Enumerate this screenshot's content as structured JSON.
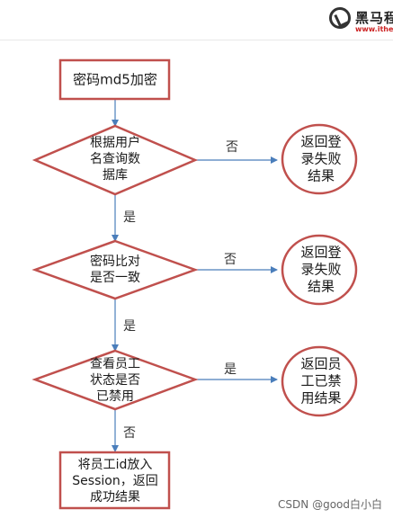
{
  "header": {
    "logo_name": "黑马程",
    "logo_url": "www.ithei"
  },
  "colors": {
    "shape_stroke": "#c0504d",
    "connector": "#4a7ebb",
    "text": "#1a1a1a"
  },
  "nodes": {
    "encrypt": "密码md5加密",
    "query": "根据用户\n名查询数\n据库",
    "fail1": "返回登\n录失败\n结果",
    "compare": "密码比对\n是否一致",
    "fail2": "返回登\n录失败\n结果",
    "status": "查看员工\n状态是否\n已禁用",
    "disabled": "返回员\n工已禁\n用结果",
    "success": "将员工id放入\nSession，返回\n成功结果"
  },
  "edges": {
    "query_no": "否",
    "query_yes": "是",
    "compare_no": "否",
    "compare_yes": "是",
    "status_yes": "是",
    "status_no": "否"
  },
  "watermark": "CSDN @good白小白"
}
